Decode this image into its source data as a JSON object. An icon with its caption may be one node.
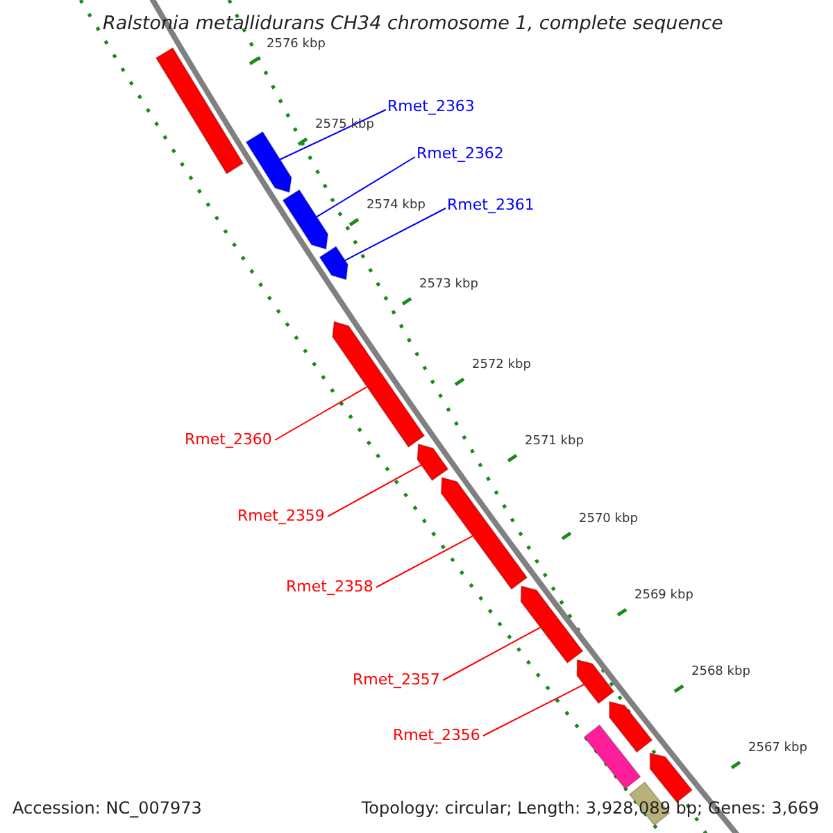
{
  "diagram": {
    "title": "Ralstonia metallidurans CH34 chromosome 1, complete sequence",
    "nodes": [
      {
        "text": [
          "Rmet_2363"
        ]
      },
      {
        "text": [
          "Rmet_2362"
        ]
      },
      {
        "text": [
          "Rmet_2361"
        ]
      },
      {
        "text": [
          "Rmet_2360"
        ]
      },
      {
        "text": [
          "Rmet_2359"
        ]
      },
      {
        "text": [
          "Rmet_2358"
        ]
      },
      {
        "text": [
          "Rmet_2357"
        ]
      },
      {
        "text": [
          "Rmet_2356"
        ]
      },
      {
        "text": [],
        "shape": "arrow"
      },
      {
        "text": [],
        "shape": "arrow"
      },
      {
        "text": [],
        "shape": "arrow"
      },
      {
        "text": [],
        "shape": "arrow"
      },
      {
        "text": [],
        "shape": "arrow"
      },
      {
        "text": [],
        "shape": "arrow"
      },
      {
        "text": [],
        "shape": "arrow"
      },
      {
        "text": [],
        "shape": "arrow"
      },
      {
        "text": [],
        "shape": "arrow"
      },
      {
        "text": [],
        "shape": "arrow"
      },
      {
        "text": [],
        "shape": "box"
      },
      {
        "text": [],
        "shape": "box"
      },
      {
        "text": [],
        "shape": "arrow"
      }
    ],
    "edges": [
      {
        "from": 0,
        "to": 9,
        "arrow": "none",
        "color": "#0000ff"
      },
      {
        "from": 1,
        "to": 10,
        "arrow": "none",
        "color": "#0000ff"
      },
      {
        "from": 2,
        "to": 11,
        "arrow": "none",
        "color": "#0000ff"
      },
      {
        "from": 3,
        "to": 12,
        "arrow": "none"
      },
      {
        "from": 4,
        "to": 13,
        "arrow": "none"
      },
      {
        "from": 5,
        "to": 14,
        "arrow": "none"
      },
      {
        "from": 6,
        "to": 15,
        "arrow": "none"
      },
      {
        "from": 7,
        "to": 16,
        "arrow": "none"
      }
    ],
    "labels": [
      "2576 kbp",
      "2575 kbp",
      "2574 kbp",
      "2573 kbp",
      "2572 kbp",
      "2571 kbp",
      "2570 kbp",
      "2569 kbp",
      "2568 kbp",
      "2567 kbp",
      "Accession: NC_007973",
      "Topology: circular; Length: 3,928,089 bp; Genes: 3,669"
    ]
  }
}
